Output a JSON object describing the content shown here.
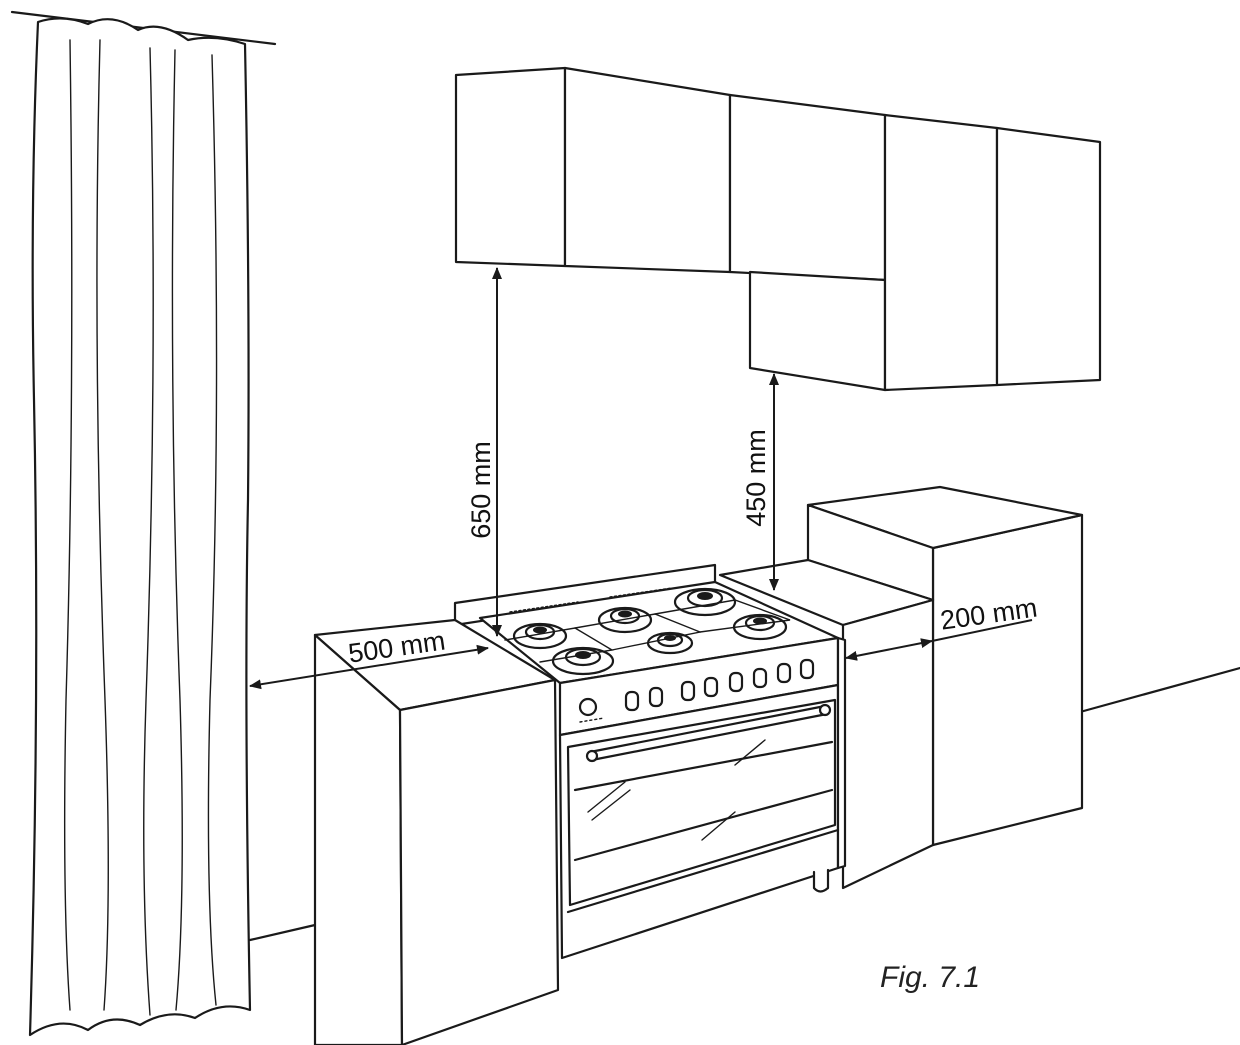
{
  "dimensions": {
    "cabinet_clearance": "650 mm",
    "hood_clearance": "450 mm",
    "curtain_distance": "500 mm",
    "side_wall_distance": "200 mm"
  },
  "caption": "Fig. 7.1"
}
